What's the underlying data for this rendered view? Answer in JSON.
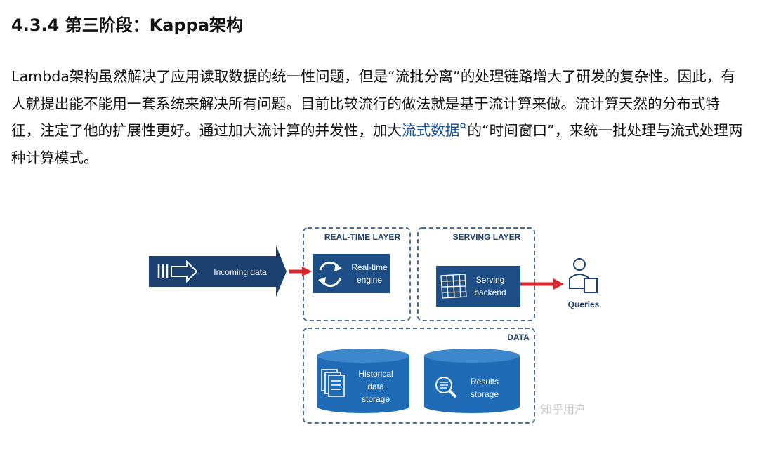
{
  "heading": "4.3.4 第三阶段：Kappa架构",
  "paragraph": {
    "before_link": "Lambda架构虽然解决了应用读取数据的统一性问题，但是“流批分离”的处理链路增大了研发的复杂性。因此，有人就提出能不能用一套系统来解决所有问题。目前比较流行的做法就是基于流计算来做。流计算天然的分布式特征，注定了他的扩展性更好。通过加大流计算的并发性，加大",
    "link_text": "流式数据",
    "after_link": "的“时间窗口”，来统一批处理与流式处理两种计算模式。"
  },
  "diagram": {
    "realtime_layer_title": "REAL-TIME LAYER",
    "serving_layer_title": "SERVING LAYER",
    "data_title": "DATA",
    "incoming_label": "Incoming data",
    "engine_line1": "Real-time",
    "engine_line2": "engine",
    "serving_line1": "Serving",
    "serving_line2": "backend",
    "queries_label": "Queries",
    "historical_line1": "Historical",
    "historical_line2": "data",
    "historical_line3": "storage",
    "results_line1": "Results",
    "results_line2": "storage",
    "watermark": "知乎用户",
    "colors": {
      "navy": "#1b3f6e",
      "box": "#1d4f86",
      "cylinder": "#1f6bb5",
      "arrow_red": "#d7282f",
      "dash": "#4a6f93"
    }
  },
  "icons": [
    "search-icon",
    "refresh-cycle-icon",
    "grid-icon",
    "user-icon",
    "document-stack-icon",
    "magnifier-icon"
  ]
}
